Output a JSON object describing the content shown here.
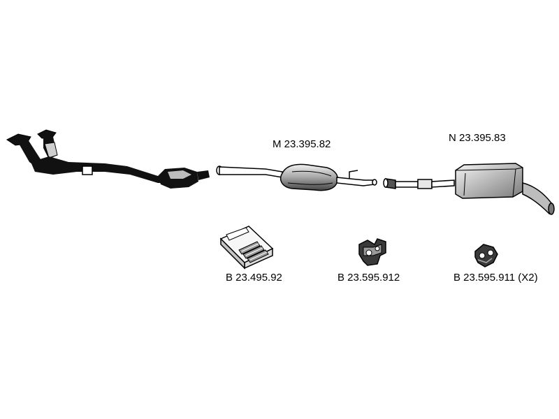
{
  "labels": {
    "middle_silencer": "M 23.395.82",
    "rear_silencer": "N 23.395.83",
    "mounting_kit": "B 23.495.92",
    "rubber_hanger_1": "B 23.595.912",
    "rubber_hanger_2": "B 23.595.911 (X2)"
  },
  "colors": {
    "line": "#000000",
    "fill_dark": "#111111",
    "fill_mid": "#8a8a8a",
    "fill_light": "#d4d4d4",
    "background": "#ffffff"
  }
}
